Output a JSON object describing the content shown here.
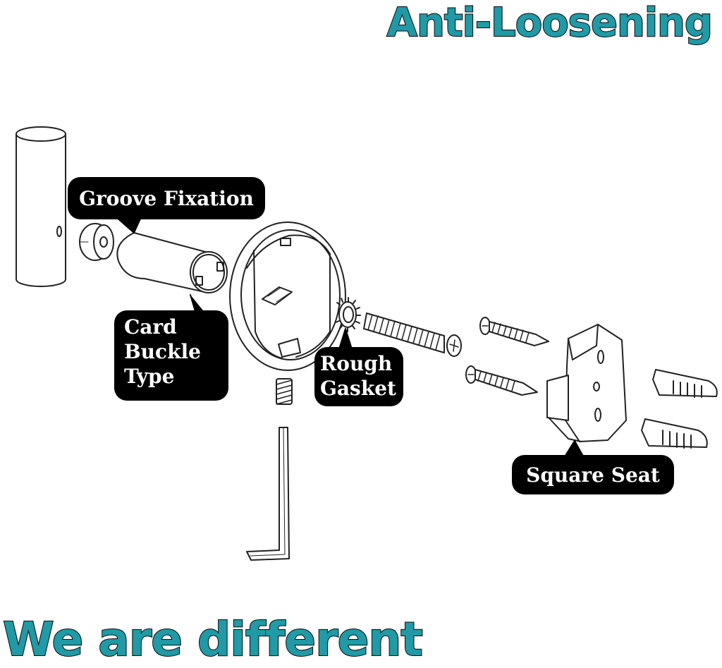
{
  "headline_top": "Anti-Loosening",
  "headline_bottom": "We are different",
  "labels": {
    "groove_fixation": "Groove Fixation",
    "card_buckle_type": [
      "Card",
      "Buckle",
      "Type"
    ],
    "rough_gasket": [
      "Rough",
      "Gasket"
    ],
    "square_seat": "Square Seat"
  },
  "colors": {
    "headline_fill": "#1f9aa6",
    "headline_outline": "#0b0b0b",
    "callout_bg": "#000000",
    "callout_text": "#ffffff",
    "line_art": "#222222"
  }
}
